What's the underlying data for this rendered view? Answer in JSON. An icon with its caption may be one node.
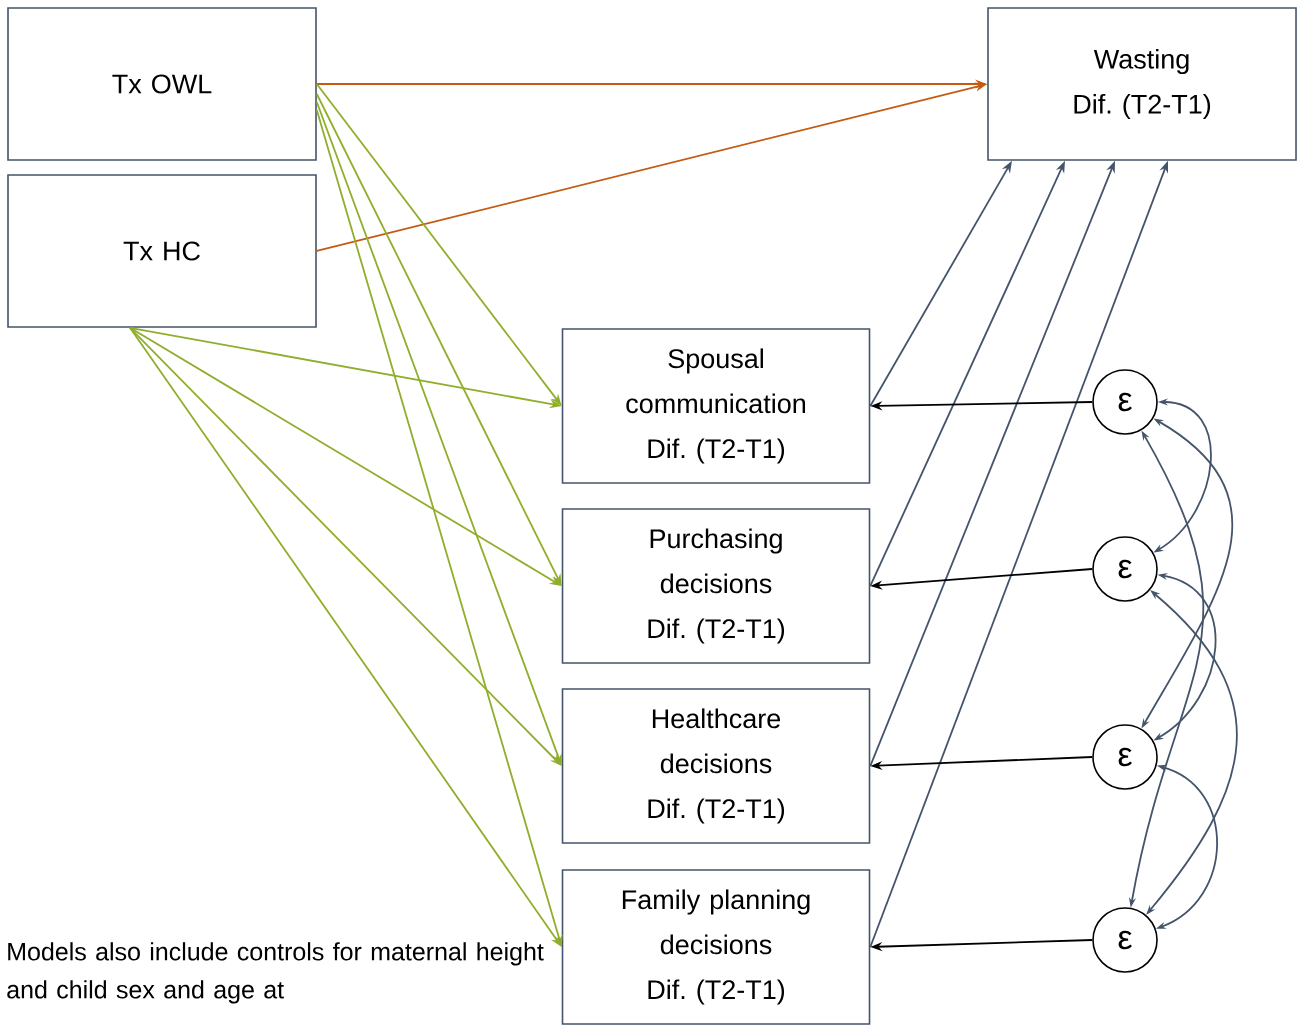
{
  "diagram": {
    "nodes": [
      {
        "text": [
          "Tx OWL"
        ]
      },
      {
        "text": [
          "Tx HC"
        ]
      },
      {
        "text": [
          "Wasting Dif. (T2-T1)"
        ]
      },
      {
        "text": [
          "Spousal communication Dif. (T2-T1)"
        ]
      },
      {
        "text": [
          "Purchasing decisions Dif. (T2-T1)"
        ]
      },
      {
        "text": [
          "Healthcare decisions Dif. (T2-T1)"
        ]
      },
      {
        "text": [
          "Family planning decisions Dif. (T2-T1)"
        ]
      },
      {
        "text": [
          "ε"
        ]
      },
      {
        "text": [
          "ε"
        ]
      },
      {
        "text": [
          "ε"
        ]
      },
      {
        "text": [
          "ε"
        ]
      }
    ],
    "edges": [
      {
        "from": 0,
        "to": 2,
        "arrow": "to",
        "color": "#c55a11"
      },
      {
        "from": 1,
        "to": 2,
        "arrow": "to",
        "color": "#c55a11"
      },
      {
        "from": 0,
        "to": 3,
        "arrow": "to",
        "color": "#8fae2b"
      },
      {
        "from": 0,
        "to": 4,
        "arrow": "to",
        "color": "#8fae2b"
      },
      {
        "from": 0,
        "to": 5,
        "arrow": "to",
        "color": "#8fae2b"
      },
      {
        "from": 0,
        "to": 6,
        "arrow": "to",
        "color": "#8fae2b"
      },
      {
        "from": 1,
        "to": 3,
        "arrow": "to",
        "color": "#8fae2b"
      },
      {
        "from": 1,
        "to": 4,
        "arrow": "to",
        "color": "#8fae2b"
      },
      {
        "from": 1,
        "to": 5,
        "arrow": "to",
        "color": "#8fae2b"
      },
      {
        "from": 1,
        "to": 6,
        "arrow": "to",
        "color": "#8fae2b"
      },
      {
        "from": 3,
        "to": 2,
        "arrow": "to"
      },
      {
        "from": 4,
        "to": 2,
        "arrow": "to"
      },
      {
        "from": 5,
        "to": 2,
        "arrow": "to"
      },
      {
        "from": 6,
        "to": 2,
        "arrow": "to"
      },
      {
        "from": 7,
        "to": 3,
        "arrow": "to",
        "color": "#000000"
      },
      {
        "from": 8,
        "to": 4,
        "arrow": "to",
        "color": "#000000"
      },
      {
        "from": 9,
        "to": 5,
        "arrow": "to",
        "color": "#000000"
      },
      {
        "from": 10,
        "to": 6,
        "arrow": "to",
        "color": "#000000"
      },
      {
        "from": 7,
        "to": 8,
        "arrow": "both"
      },
      {
        "from": 7,
        "to": 9,
        "arrow": "both"
      },
      {
        "from": 7,
        "to": 10,
        "arrow": "both"
      },
      {
        "from": 8,
        "to": 9,
        "arrow": "both"
      },
      {
        "from": 8,
        "to": 10,
        "arrow": "both"
      },
      {
        "from": 9,
        "to": 10,
        "arrow": "both"
      }
    ],
    "labels": [
      "Models also include controls for maternal height and child sex and age at"
    ]
  }
}
